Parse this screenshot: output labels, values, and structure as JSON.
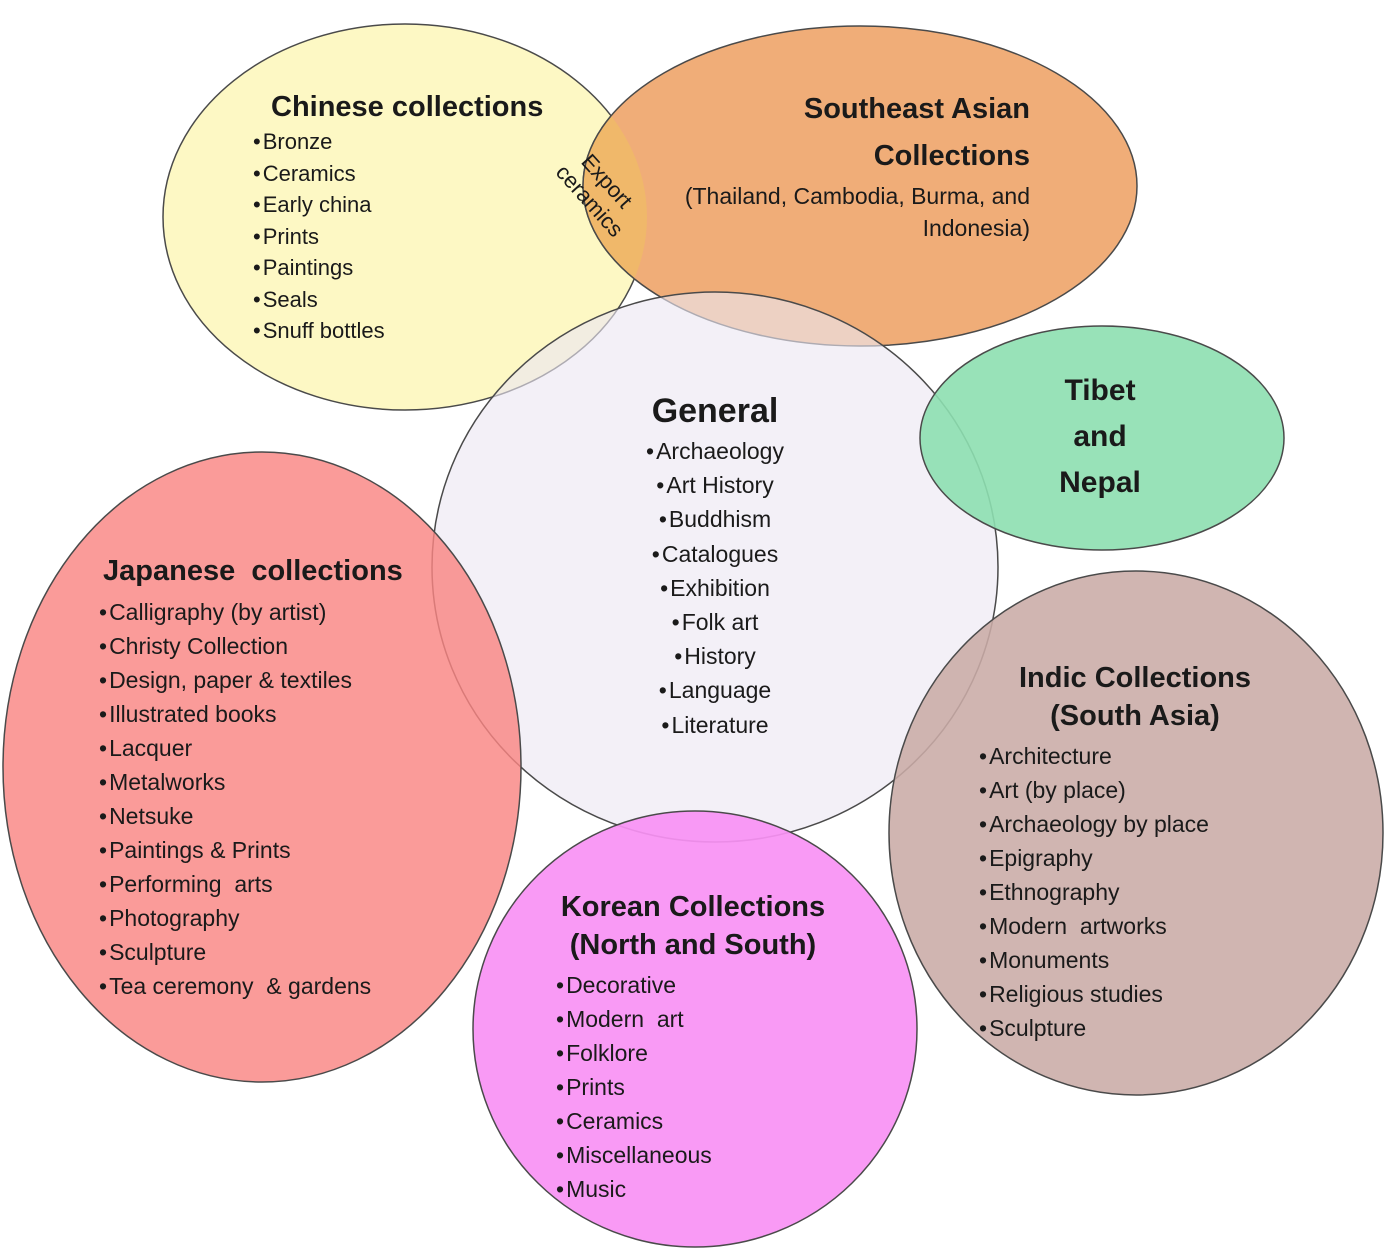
{
  "chinese": {
    "title": "Chinese collections",
    "items": [
      "Bronze",
      "Ceramics",
      "Early china",
      "Prints",
      "Paintings",
      "Seals",
      "Snuff bottles"
    ],
    "color": "#fdf8c4"
  },
  "export": {
    "line1": "Export",
    "line2": "ceramics",
    "color": "#f0b86a"
  },
  "southeast": {
    "line1": "Southeast  Asian",
    "line2": "Collections",
    "sub1": "(Thailand, Cambodia, Burma, and",
    "sub2": "Indonesia)",
    "color": "#f0ad78"
  },
  "general": {
    "title": "General",
    "items": [
      "Archaeology",
      "Art History",
      "Buddhism",
      "Catalogues",
      "Exhibition",
      "Folk art",
      "History",
      "Language",
      "Literature"
    ],
    "color": "#ece6f2"
  },
  "tibet": {
    "line1": "Tibet",
    "line2": "and",
    "line3": "Nepal",
    "color": "#8ddfb0"
  },
  "japanese": {
    "title": "Japanese  collections",
    "items": [
      "Calligraphy (by artist)",
      "Christy Collection",
      "Design, paper & textiles",
      "Illustrated books",
      "Lacquer",
      "Metalworks",
      "Netsuke",
      "Paintings & Prints",
      "Performing  arts",
      "Photography",
      "Sculpture",
      "Tea ceremony  & gardens"
    ],
    "color": "#f98583"
  },
  "indic": {
    "line1": "Indic Collections",
    "line2": "(South Asia)",
    "items": [
      "Architecture",
      "Art (by place)",
      "Archaeology by place",
      "Epigraphy",
      "Ethnography",
      "Modern  artworks",
      "Monuments",
      "Religious studies",
      "Sculpture"
    ],
    "color": "#c9aba6"
  },
  "korean": {
    "line1": "Korean Collections",
    "line2": "(North and South)",
    "items": [
      "Decorative",
      "Modern  art",
      "Folklore",
      "Prints",
      "Ceramics",
      "Miscellaneous",
      "Music"
    ],
    "color": "#f891f4"
  }
}
